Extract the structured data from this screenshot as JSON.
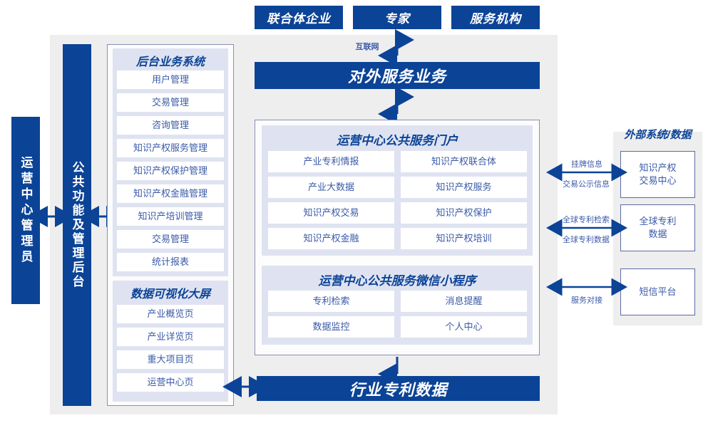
{
  "colors": {
    "brand_blue": "#0b4397",
    "panel_gray": "#eeeeee",
    "group_light": "#dfe3f1",
    "text_blue": "#3a5aa8"
  },
  "top_actors": [
    {
      "label": "联合体企业"
    },
    {
      "label": "专家"
    },
    {
      "label": "服务机构"
    }
  ],
  "internet_label": "互联网",
  "external_service_bar": {
    "label": "对外服务业务"
  },
  "industry_data_bar": {
    "label": "行业专利数据"
  },
  "left_actor": {
    "label": "运营中心管理员"
  },
  "admin_backend": {
    "label": "公共功能及管理后台"
  },
  "backend_system": {
    "title": "后台业务系统",
    "items": [
      "用户管理",
      "交易管理",
      "咨询管理",
      "知识产权服务管理",
      "知识产权保护管理",
      "知识产权金融管理",
      "知识产培训管理",
      "交易管理",
      "统计报表"
    ]
  },
  "visualization_board": {
    "title": "数据可视化大屏",
    "items": [
      "产业概览页",
      "产业详览页",
      "重大项目页",
      "运营中心页"
    ]
  },
  "public_portal": {
    "title": "运营中心公共服务门户",
    "items": [
      "产业专利情报",
      "知识产权联合体",
      "产业大数据",
      "知识产权服务",
      "知识产权交易",
      "知识产权保护",
      "知识产权金融",
      "知识产权培训"
    ]
  },
  "wechat_miniprogram": {
    "title": "运营中心公共服务微信小程序",
    "items": [
      "专利检索",
      "消息提醒",
      "数据监控",
      "个人中心"
    ]
  },
  "external_systems": {
    "title": "外部系统/数据",
    "boxes": [
      {
        "line1": "知识产权",
        "line2": "交易中心"
      },
      {
        "line1": "全球专利",
        "line2": "数据"
      },
      {
        "line1": "短信平台",
        "line2": ""
      }
    ],
    "connector_labels": [
      {
        "above": "挂牌信息",
        "below": "交易公示信息"
      },
      {
        "above": "全球专利检索",
        "below": "全球专利数据"
      },
      {
        "above": "",
        "below": "服务对接"
      }
    ]
  }
}
